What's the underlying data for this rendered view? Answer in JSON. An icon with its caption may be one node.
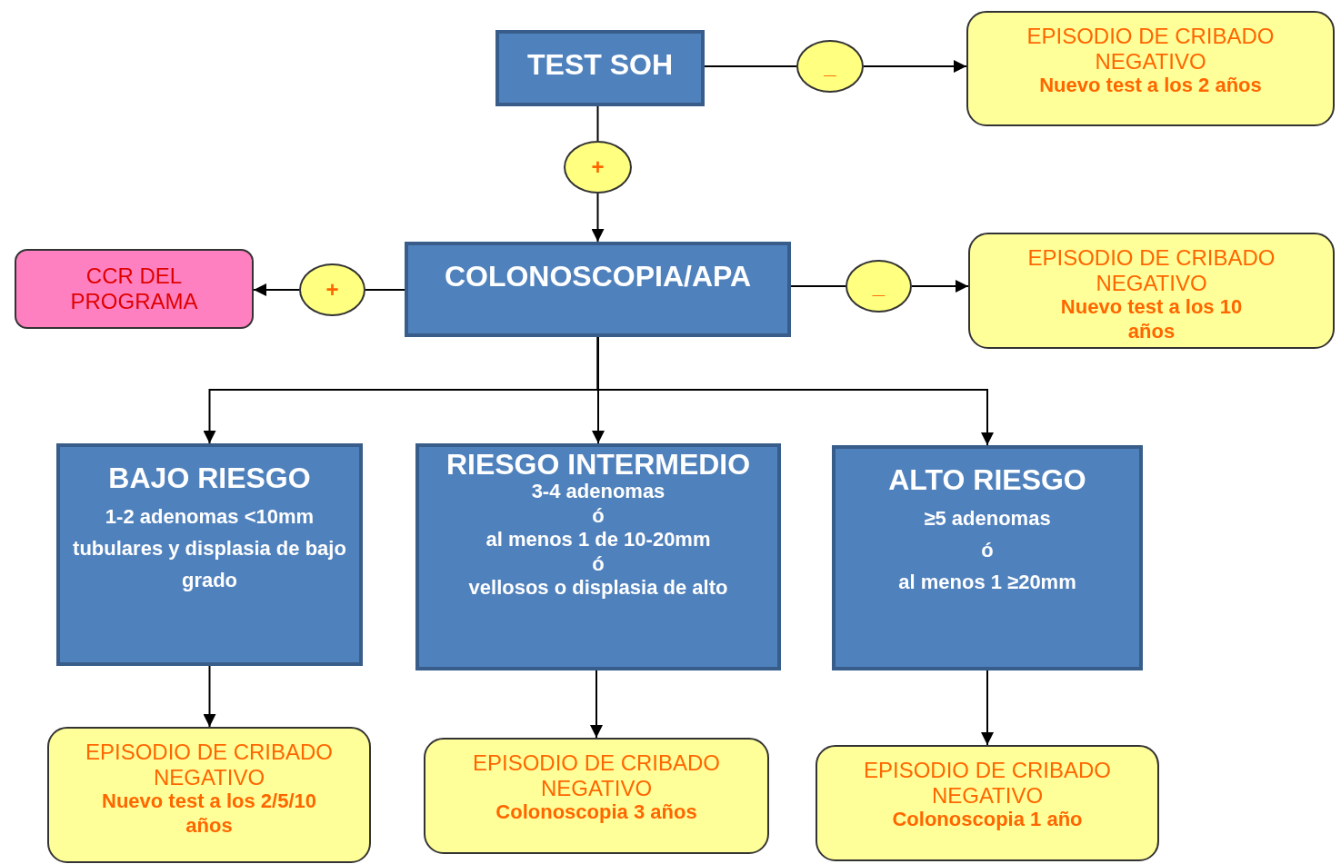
{
  "diagram": {
    "nodes": [
      {
        "text": [
          "TEST SOH"
        ]
      },
      {
        "text": [
          "_"
        ]
      },
      {
        "text": [
          "EPISODIO DE CRIBADO NEGATIVO",
          "Nuevo test  a los 2 años"
        ]
      },
      {
        "text": [
          "+"
        ]
      },
      {
        "text": [
          "COLONOSCOPIA/APA"
        ]
      },
      {
        "text": [
          "+"
        ]
      },
      {
        "text": [
          "CCR DEL PROGRAMA"
        ]
      },
      {
        "text": [
          "_"
        ]
      },
      {
        "text": [
          "EPISODIO DE CRIBADO NEGATIVO",
          "Nuevo test  a los 10 años"
        ]
      },
      {
        "text": [
          "BAJO RIESGO",
          "1-2 adenomas <10mm tubulares y displasia de bajo grado"
        ]
      },
      {
        "text": [
          "RIESGO INTERMEDIO",
          "3-4 adenomas",
          "ó",
          "al menos 1 de 10-20mm",
          "ó",
          "vellosos o displasia de alto"
        ]
      },
      {
        "text": [
          "ALTO RIESGO",
          "≥5 adenomas",
          "ó",
          "al menos 1 ≥20mm"
        ]
      },
      {
        "text": [
          "EPISODIO DE CRIBADO NEGATIVO",
          "Nuevo test  a los 2/5/10 años"
        ]
      },
      {
        "text": [
          "EPISODIO DE CRIBADO NEGATIVO",
          "Colonoscopia  3 años"
        ]
      },
      {
        "text": [
          "EPISODIO DE CRIBADO NEGATIVO",
          "Colonoscopia  1 año"
        ]
      }
    ],
    "edges": [
      {
        "from": 0,
        "to": 1,
        "arrow": "none"
      },
      {
        "from": 1,
        "to": 2,
        "arrow": "to"
      },
      {
        "from": 0,
        "to": 3,
        "arrow": "none"
      },
      {
        "from": 3,
        "to": 4,
        "arrow": "to"
      },
      {
        "from": 4,
        "to": 5,
        "arrow": "none"
      },
      {
        "from": 5,
        "to": 6,
        "arrow": "to"
      },
      {
        "from": 4,
        "to": 7,
        "arrow": "none"
      },
      {
        "from": 7,
        "to": 8,
        "arrow": "to"
      },
      {
        "from": 4,
        "to": 9,
        "arrow": "to"
      },
      {
        "from": 4,
        "to": 10,
        "arrow": "to"
      },
      {
        "from": 4,
        "to": 11,
        "arrow": "to"
      },
      {
        "from": 9,
        "to": 12,
        "arrow": "to"
      },
      {
        "from": 10,
        "to": 13,
        "arrow": "to"
      },
      {
        "from": 11,
        "to": 14,
        "arrow": "to"
      }
    ]
  }
}
